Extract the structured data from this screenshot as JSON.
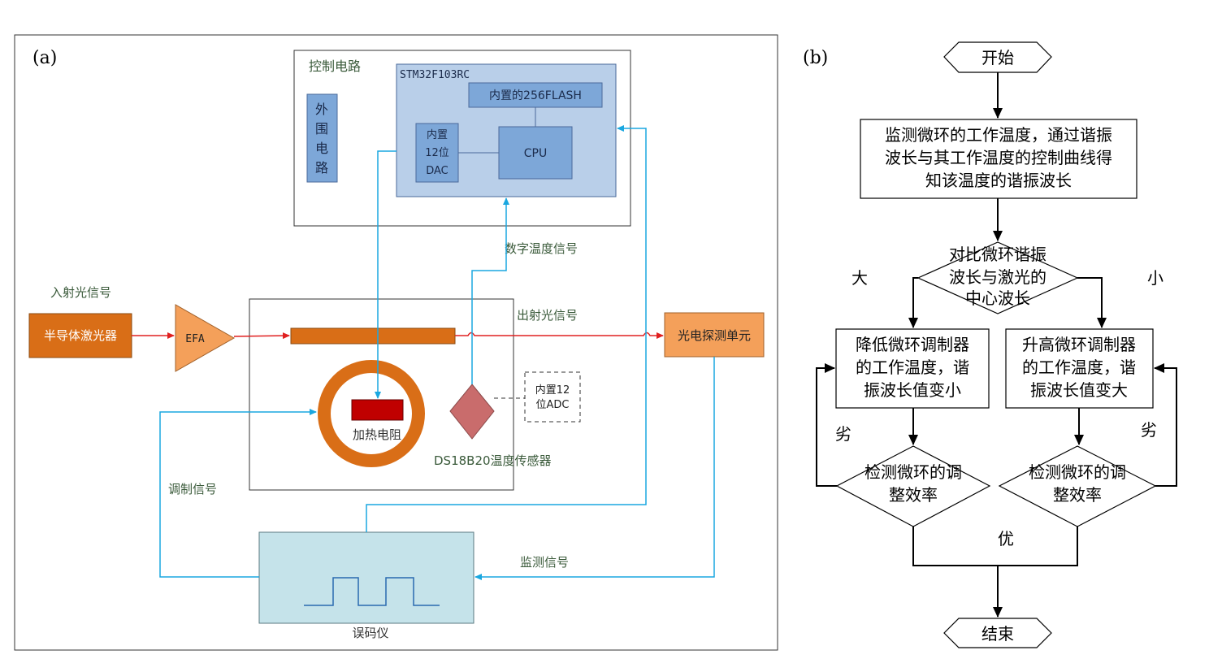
{
  "panel_a": {
    "label": "(a)",
    "control_circuit": {
      "title": "控制电路",
      "peripheral": [
        "外",
        "围",
        "电",
        "路"
      ],
      "mcu": "STM32F103RC",
      "flash": "内置的256FLASH",
      "dac": [
        "内置",
        "12位",
        "DAC"
      ],
      "cpu": "CPU"
    },
    "incident_light": "入射光信号",
    "laser": "半导体激光器",
    "efa": "EFA",
    "output_light": "出射光信号",
    "photodetector": "光电探测单元",
    "digital_temp_signal": "数字温度信号",
    "heater": "加热电阻",
    "adc": [
      "内置12",
      "位ADC"
    ],
    "sensor": "DS18B20温度传感器",
    "modulation_signal": "调制信号",
    "monitor_signal": "监测信号",
    "ber_tester": "误码仪"
  },
  "panel_b": {
    "label": "(b)",
    "start": "开始",
    "step1": [
      "监测微环的工作温度，通过谐振",
      "波长与其工作温度的控制曲线得",
      "知该温度的谐振波长"
    ],
    "compare": [
      "对比微环谐振",
      "波长与激光的",
      "中心波长"
    ],
    "large": "大",
    "small": "小",
    "lower": [
      "降低微环调制器",
      "的工作温度，谐",
      "振波长值变小"
    ],
    "raise": [
      "升高微环调制器",
      "的工作温度，谐",
      "振波长值变大"
    ],
    "worse_left": "劣",
    "worse_right": "劣",
    "detect_left": [
      "检测微环的调",
      "整效率"
    ],
    "detect_right": [
      "检测微环的调",
      "整效率"
    ],
    "better": "优",
    "end": "结束"
  },
  "colors": {
    "signal_line": "#1aa7e0",
    "optical_line": "#e02020",
    "orange_dark": "#d96e17",
    "orange_light": "#f4a05a",
    "blue_box": "#b9cfe9",
    "blue_inner": "#7da7d8",
    "ber_box": "#c5e3ea"
  }
}
